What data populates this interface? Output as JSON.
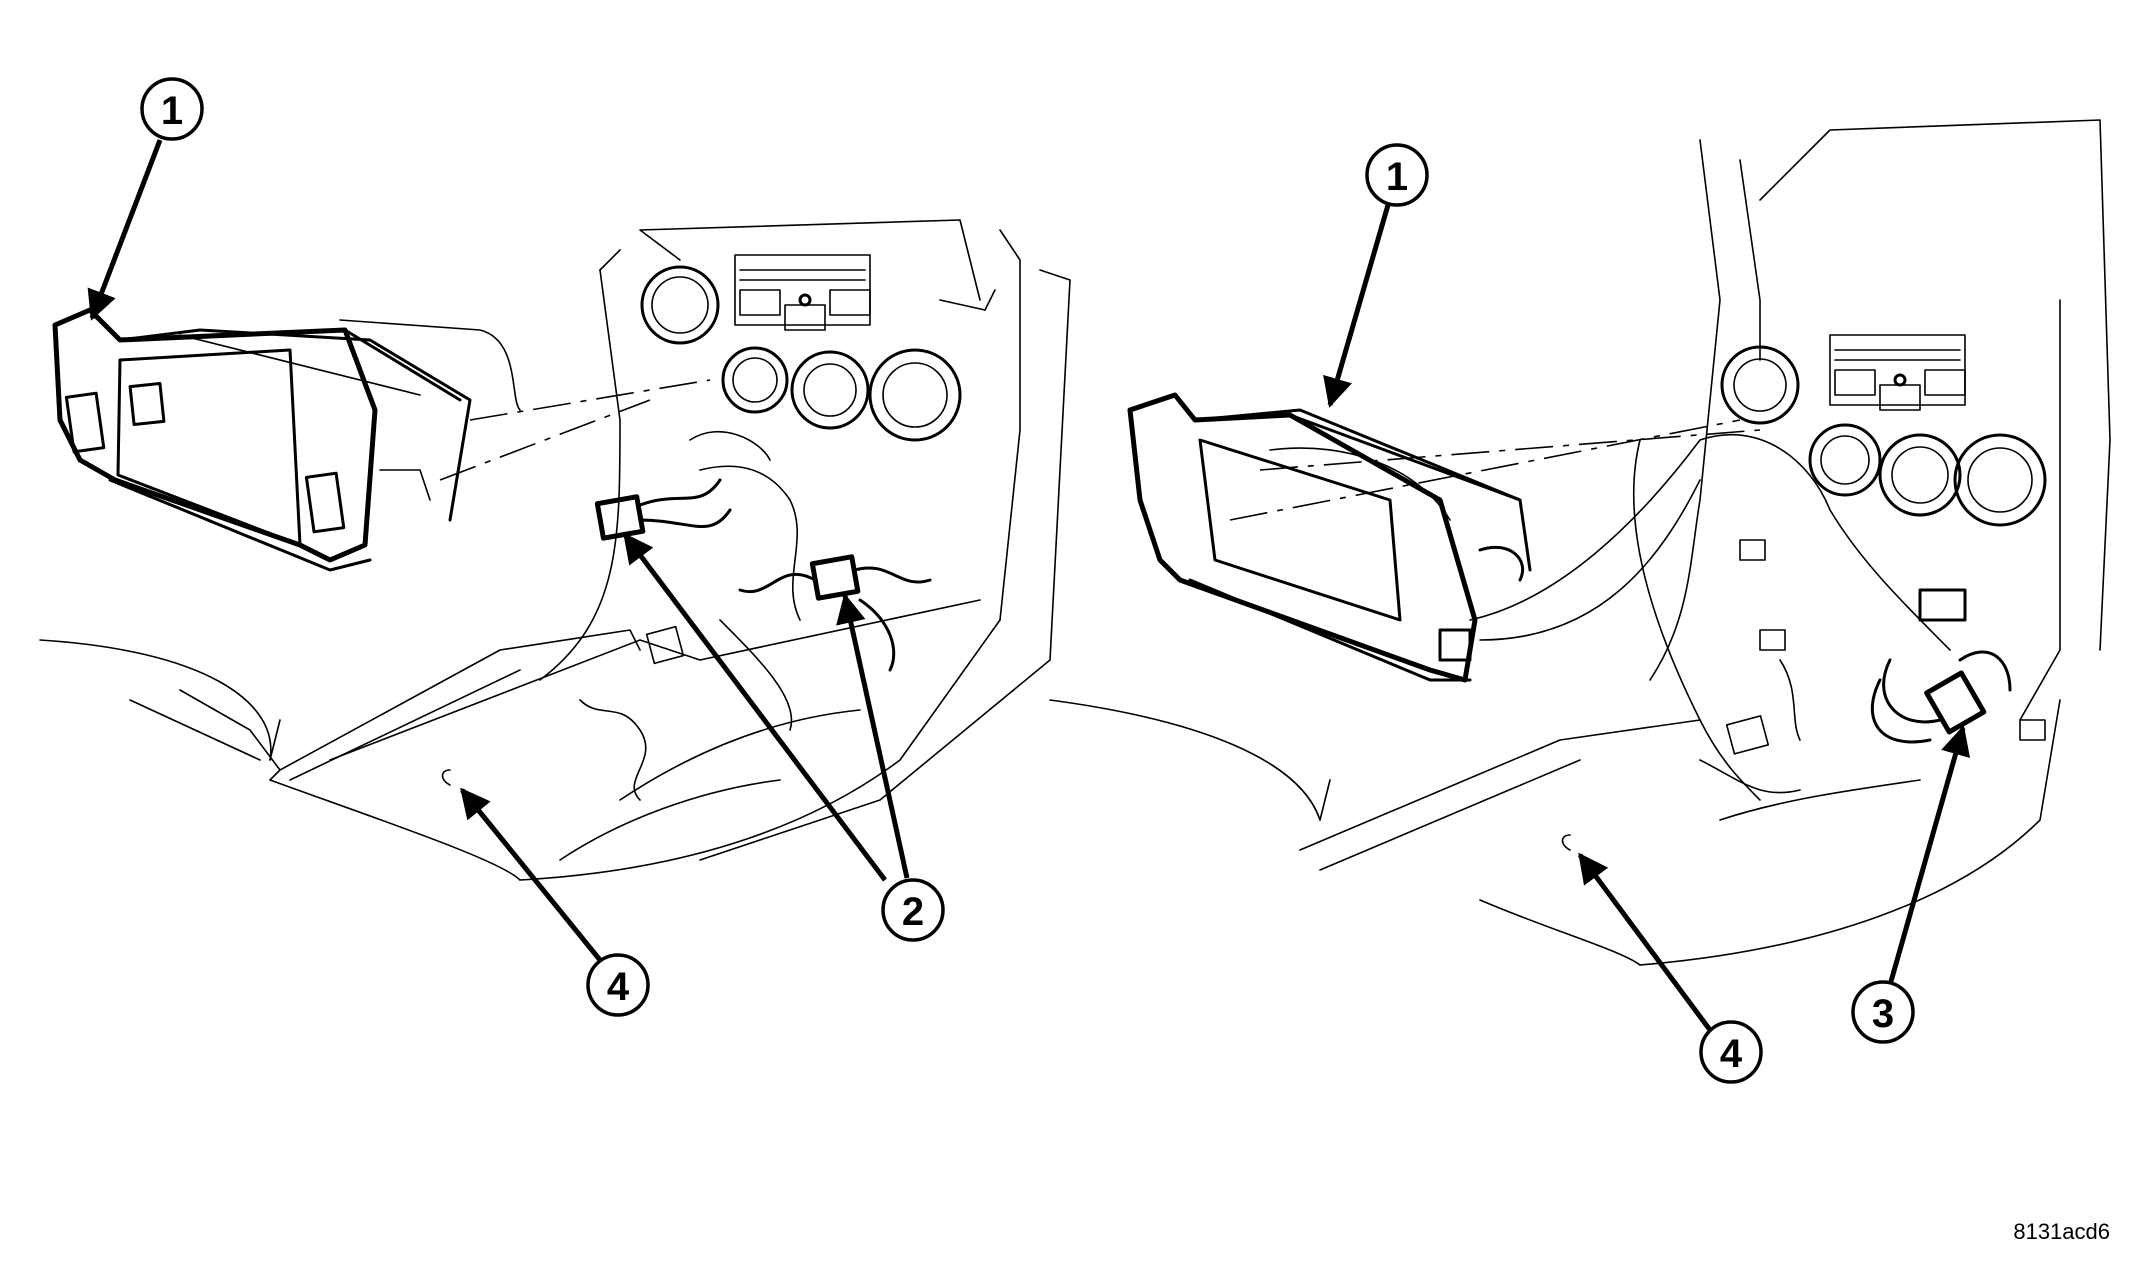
{
  "callouts": {
    "left_1": "1",
    "left_2": "2",
    "left_4": "4",
    "right_1": "1",
    "right_3": "3",
    "right_4": "4"
  },
  "figure_id": "8131acd6"
}
